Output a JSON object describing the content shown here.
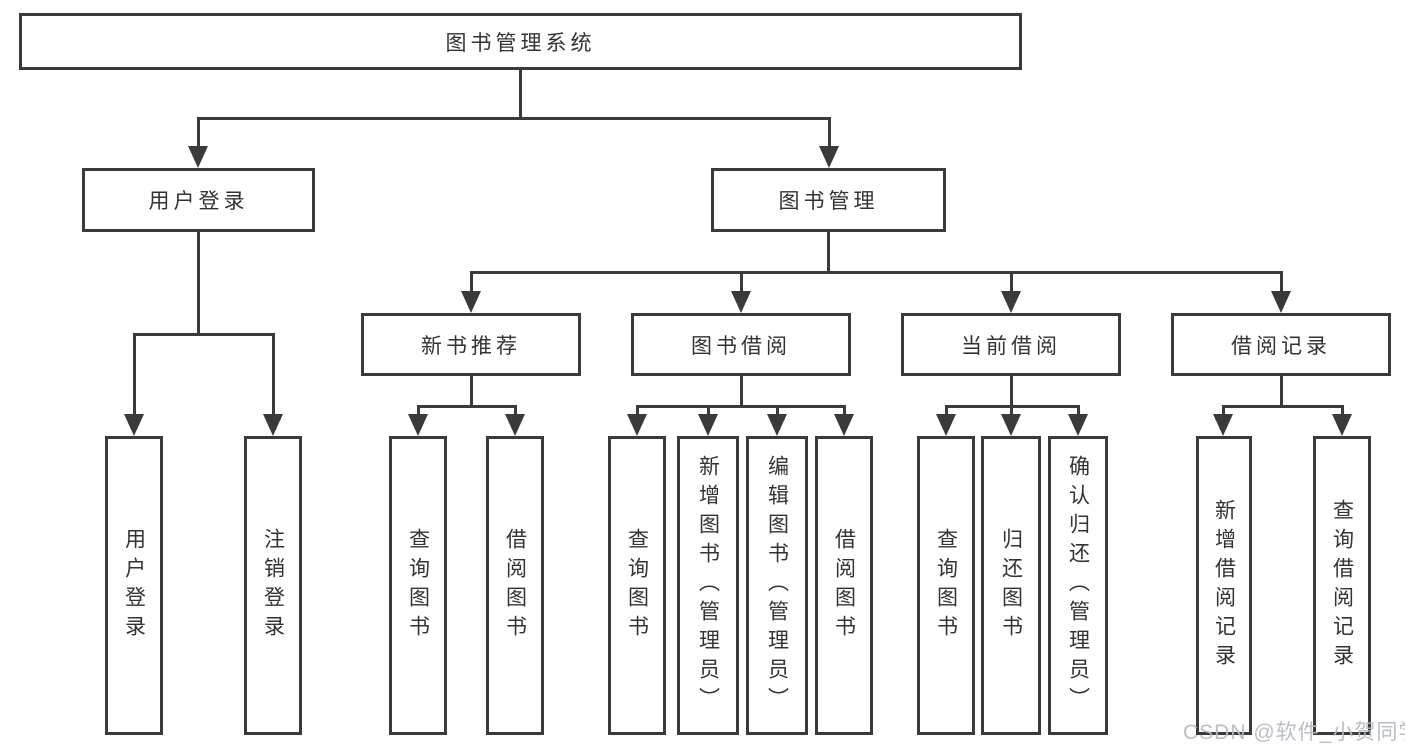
{
  "diagram": {
    "root": {
      "label": "图书管理系统"
    },
    "branches": [
      {
        "label": "用户登录",
        "children": [
          {
            "label": "用户登录"
          },
          {
            "label": "注销登录"
          }
        ]
      },
      {
        "label": "图书管理",
        "children": [
          {
            "label": "新书推荐",
            "children": [
              {
                "label": "查询图书"
              },
              {
                "label": "借阅图书"
              }
            ]
          },
          {
            "label": "图书借阅",
            "children": [
              {
                "label": "查询图书"
              },
              {
                "label": "新增图书（管理员）"
              },
              {
                "label": "编辑图书（管理员）"
              },
              {
                "label": "借阅图书"
              }
            ]
          },
          {
            "label": "当前借阅",
            "children": [
              {
                "label": "查询图书"
              },
              {
                "label": "归还图书"
              },
              {
                "label": "确认归还（管理员）"
              }
            ]
          },
          {
            "label": "借阅记录",
            "children": [
              {
                "label": "新增借阅记录"
              },
              {
                "label": "查询借阅记录"
              }
            ]
          }
        ]
      }
    ]
  },
  "watermark": {
    "text": "CSDN @软件_小贺同学"
  },
  "colors": {
    "line": "#3a3a3a",
    "text": "#333333",
    "background": "#ffffff",
    "watermark": "#b7bbc3"
  }
}
